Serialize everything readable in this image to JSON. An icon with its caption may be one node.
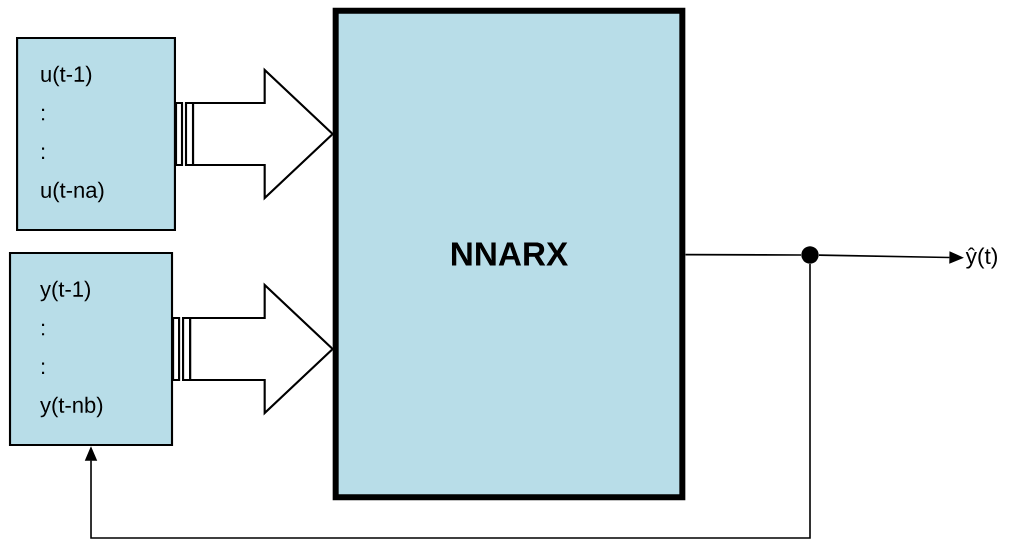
{
  "diagram": {
    "nodes": [
      {
        "text": [
          "u(t-1)",
          ":",
          ":",
          "u(t-na)"
        ]
      },
      {
        "text": [
          "y(t-1)",
          ":",
          ":",
          "y(t-nb)"
        ]
      },
      {
        "text": [
          "NNARX"
        ]
      },
      {
        "text": [],
        "shape": "circle"
      },
      {
        "text": [
          "ŷ(t)"
        ]
      }
    ],
    "edges": [
      {
        "from": 0,
        "to": 2,
        "arrow": "to"
      },
      {
        "from": 1,
        "to": 2,
        "arrow": "to"
      },
      {
        "from": 2,
        "to": 3,
        "arrow": "none"
      },
      {
        "from": 3,
        "to": 4,
        "arrow": "to"
      },
      {
        "from": 3,
        "to": 1,
        "arrow": "to"
      }
    ]
  }
}
